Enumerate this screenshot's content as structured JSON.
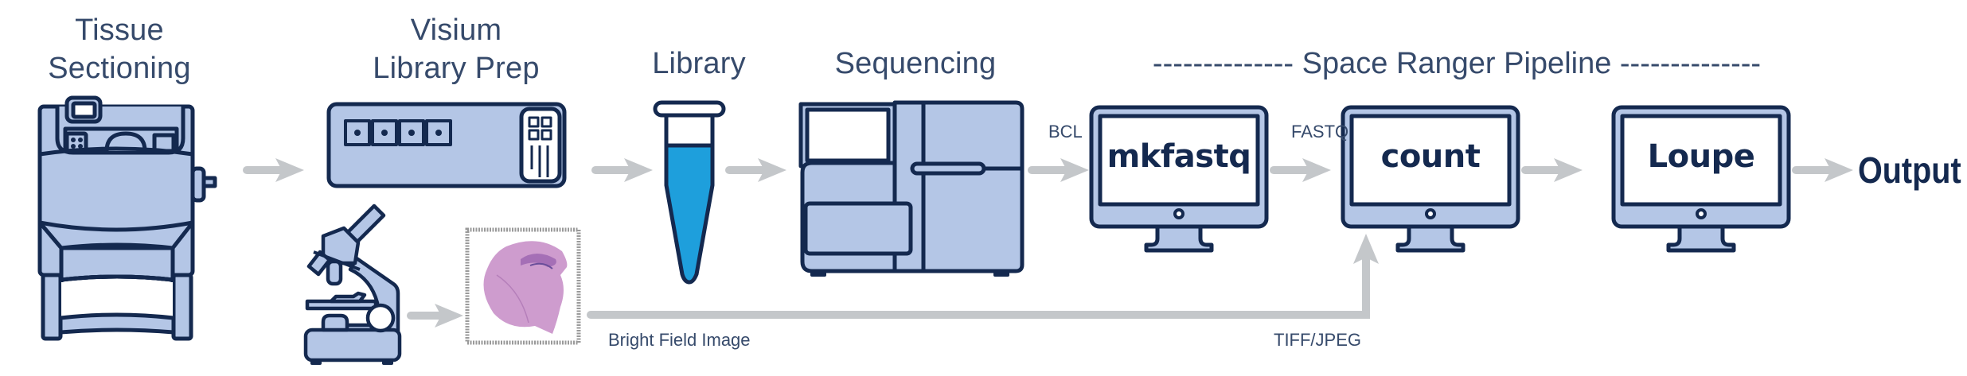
{
  "stages": {
    "tissue_sectioning": {
      "line1": "Tissue",
      "line2": "Sectioning"
    },
    "visium_library_prep": {
      "line1": "Visium",
      "line2": "Library Prep"
    },
    "library": {
      "label": "Library"
    },
    "sequencing": {
      "label": "Sequencing"
    },
    "pipeline_header": {
      "label": "-------------- Space Ranger Pipeline --------------"
    }
  },
  "monitors": [
    {
      "id": "mkfastq",
      "label": "mkfastq"
    },
    {
      "id": "count",
      "label": "count"
    },
    {
      "id": "loupe",
      "label": "Loupe"
    }
  ],
  "edge_labels": {
    "bcl": "BCL",
    "fastq": "FASTQ",
    "bright_field_image": "Bright Field Image",
    "tiff_jpeg": "TIFF/JPEG"
  },
  "output": {
    "label": "Output"
  },
  "icons": {
    "cryostat": "cryostat-icon",
    "slide": "visium-slide-icon",
    "microscope": "microscope-icon",
    "tissue_image": "tissue-section-image",
    "tube": "library-tube-icon",
    "sequencer": "sequencer-icon",
    "monitor": "monitor-icon",
    "arrow": "arrow-right-icon"
  },
  "colors": {
    "outline": "#14294f",
    "fill": "#b4c6e6",
    "liquid": "#1e9fdc",
    "arrow": "#c4c7ca",
    "title_text": "#364a6b",
    "tissue": "#c58bc6"
  }
}
